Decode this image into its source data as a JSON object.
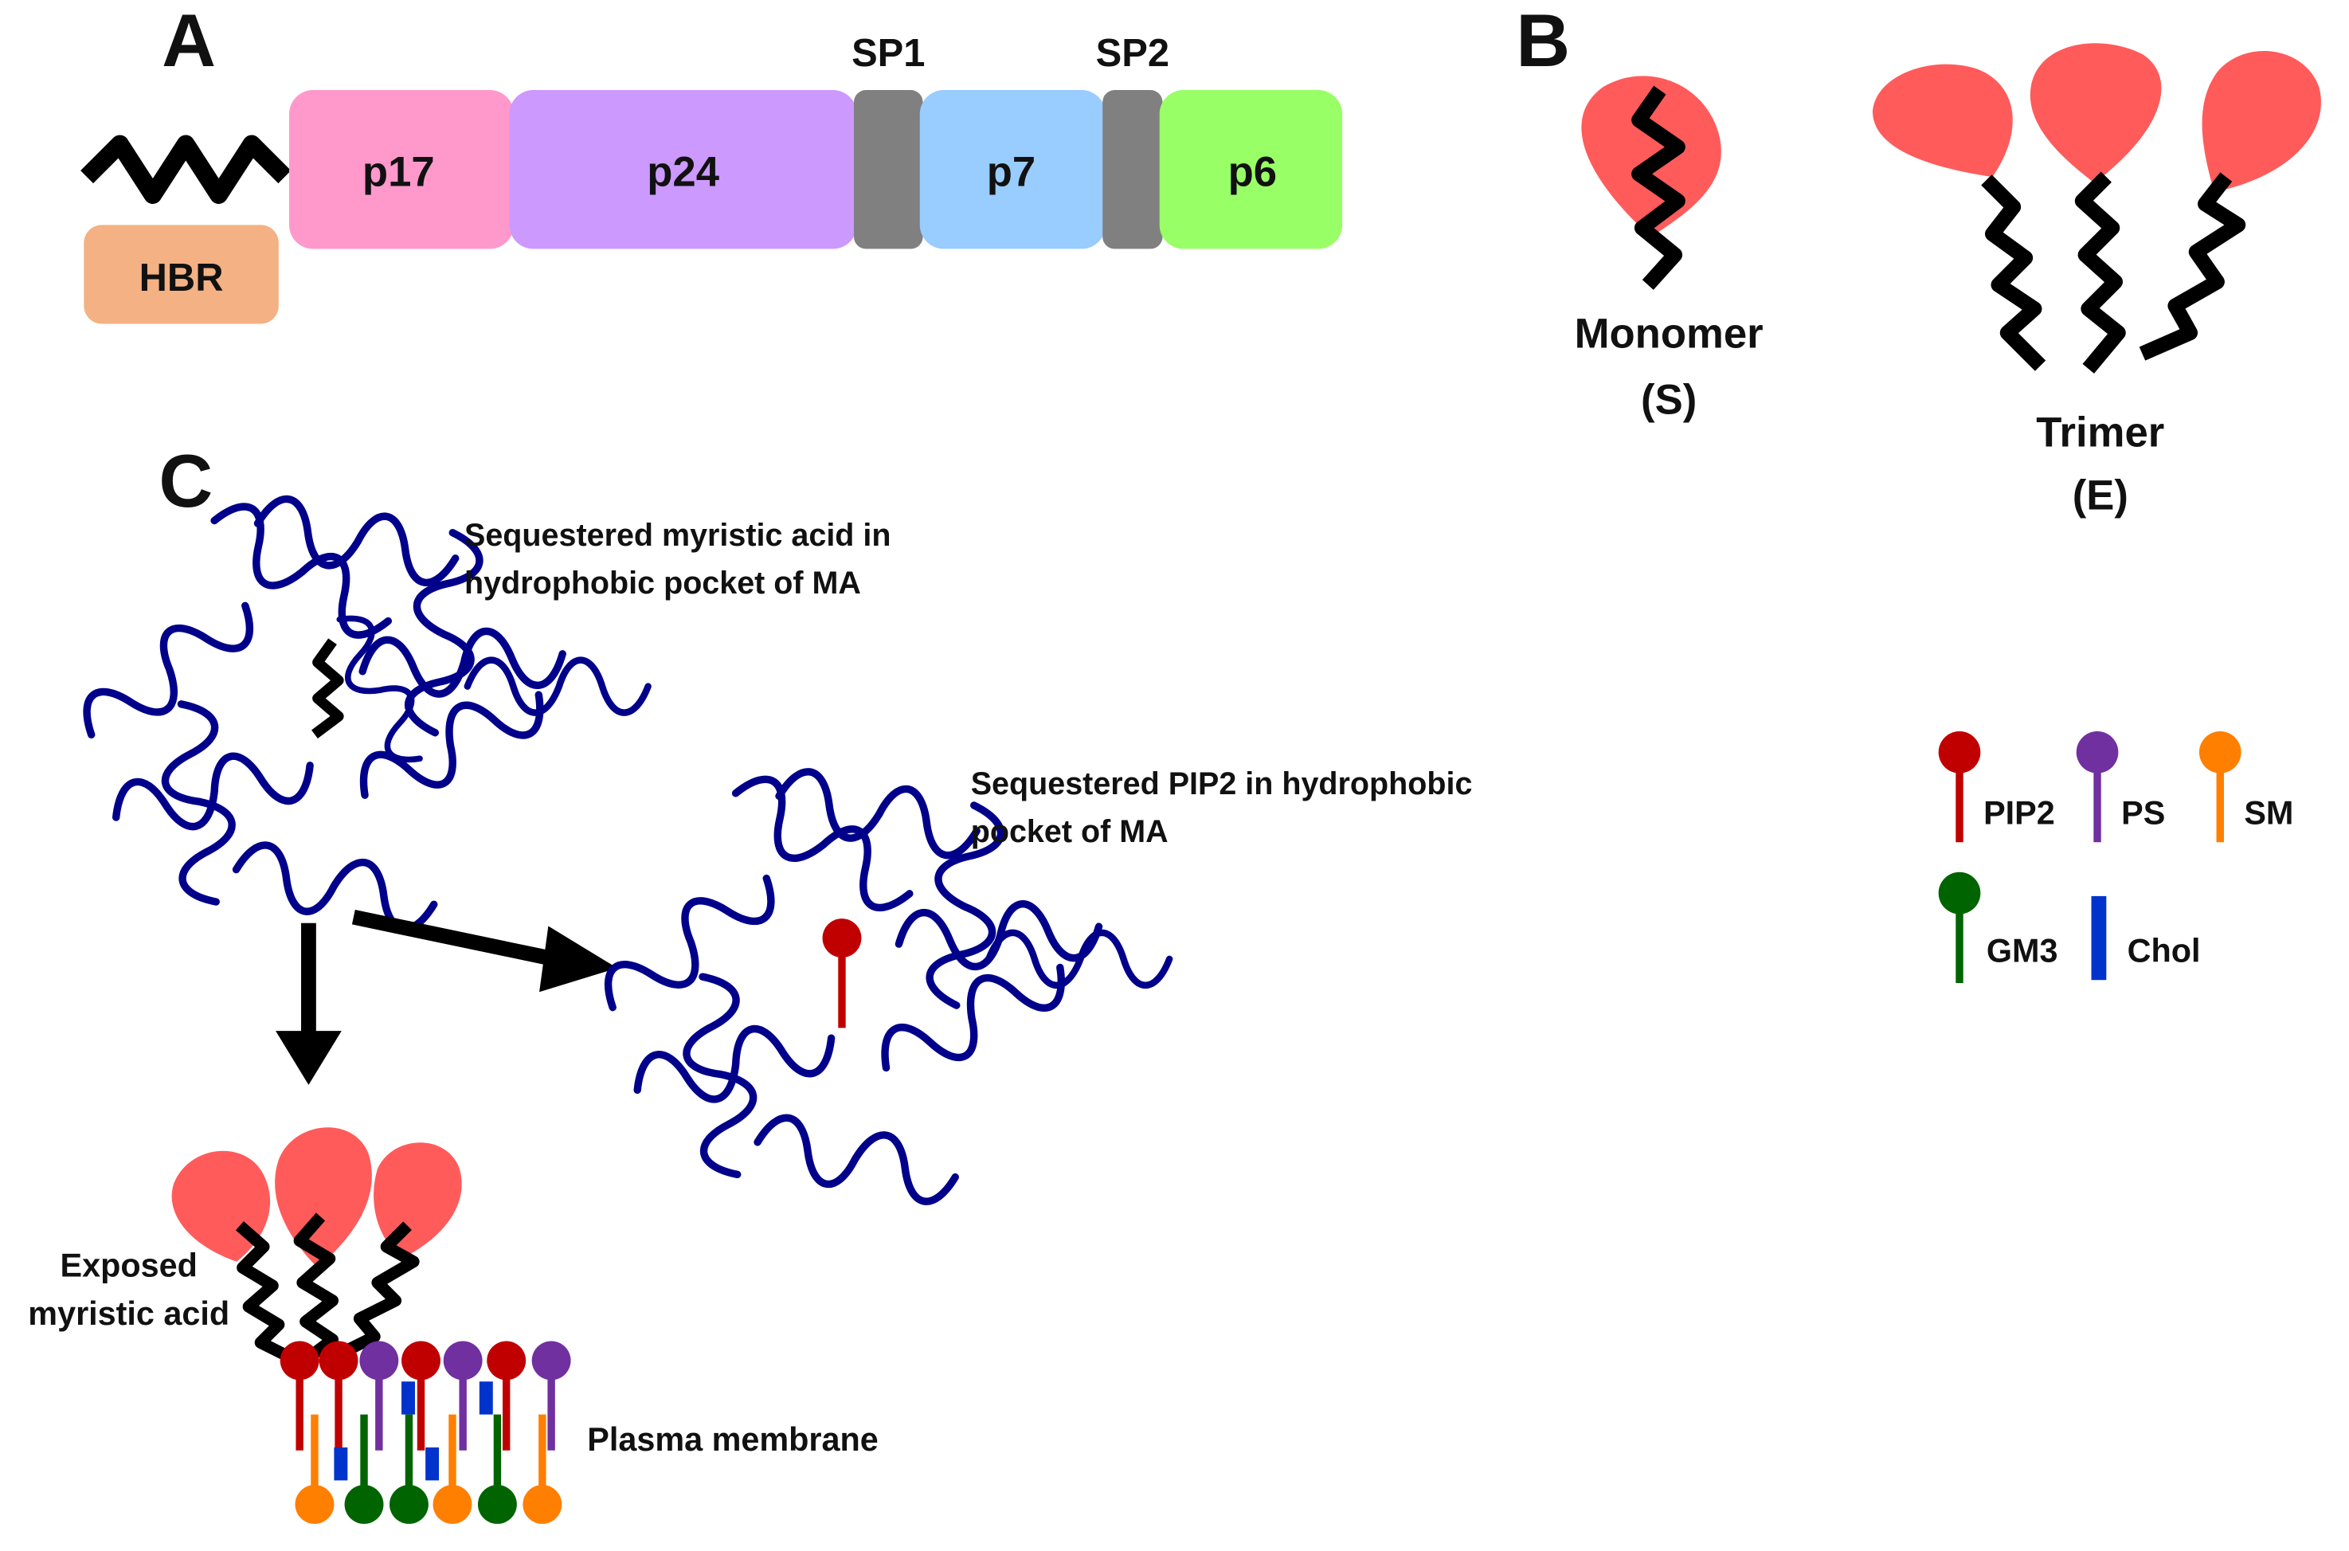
{
  "panels": {
    "a": "A",
    "b": "B",
    "c": "C"
  },
  "panel_a": {
    "hbr": "HBR",
    "sp1": "SP1",
    "sp2": "SP2",
    "segments": [
      {
        "label": "p17",
        "color": "#FF99CC"
      },
      {
        "label": "p24",
        "color": "#CC99FF"
      },
      {
        "label": "",
        "color": "#808080"
      },
      {
        "label": "p7",
        "color": "#99CCFF"
      },
      {
        "label": "",
        "color": "#808080"
      },
      {
        "label": "p6",
        "color": "#99FF66"
      }
    ],
    "hbr_color": "#F4B183"
  },
  "panel_b": {
    "monomer": "Monomer",
    "monomer_state": "(S)",
    "trimer": "Trimer",
    "trimer_state": "(E)",
    "head_color": "#FF5B5B"
  },
  "panel_c": {
    "myristic_note_1": "Sequestered myristic acid in",
    "myristic_note_2": "hydrophobic pocket of MA",
    "pip2_note_1": "Sequestered PIP2 in hydrophobic",
    "pip2_note_2": "pocket of MA",
    "exposed_1": "Exposed",
    "exposed_2": "myristic acid",
    "membrane": "Plasma membrane",
    "protein_color": "#00008B"
  },
  "legend": [
    {
      "label": "PIP2",
      "color": "#C00000",
      "kind": "lipid"
    },
    {
      "label": "PS",
      "color": "#7030A0",
      "kind": "lipid"
    },
    {
      "label": "SM",
      "color": "#FF7F00",
      "kind": "lipid"
    },
    {
      "label": "GM3",
      "color": "#006400",
      "kind": "lipid"
    },
    {
      "label": "Chol",
      "color": "#0033CC",
      "kind": "bar"
    }
  ]
}
